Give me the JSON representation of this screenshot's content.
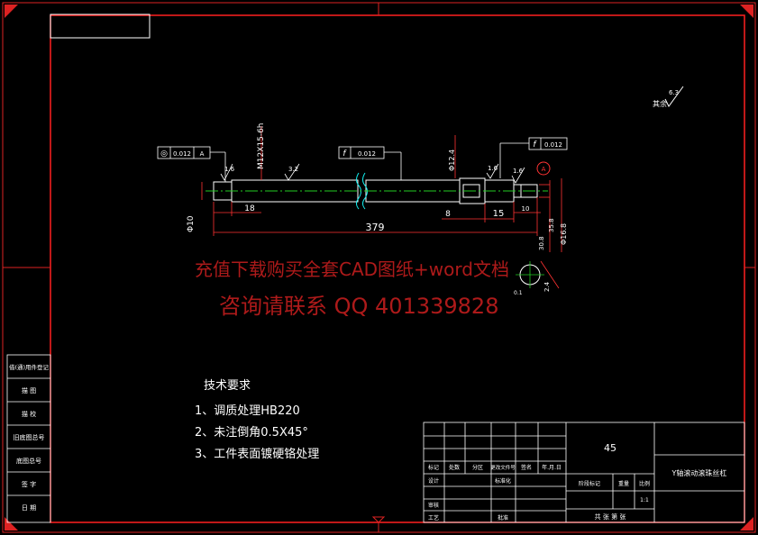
{
  "roughness_note": {
    "label": "其余",
    "value": "6.3"
  },
  "dimensions": {
    "length_total": "379",
    "shoulder_len": "18",
    "hex_len": "8",
    "tail_len": "15",
    "tail_small": "10",
    "thread_spec": "M12X15-6h",
    "dia_left": "Φ10",
    "dia_mid": "Φ12.4",
    "dia_right": "Φ16.8",
    "dia_a": "30.8",
    "dia_b": "35.8",
    "chamfer": "2.4",
    "detail_small": "0.1"
  },
  "roughness_values": [
    "1.6",
    "3.2",
    "1.6",
    "1.6"
  ],
  "tolerance_frames": [
    {
      "symbol": "◎",
      "value": "0.012",
      "datum": "A"
    },
    {
      "symbol": "f",
      "value": "0.012"
    },
    {
      "symbol": "f",
      "value": "0.012"
    }
  ],
  "datum_label": "A",
  "watermark": {
    "line1": "充值下载购买全套CAD图纸+word文档",
    "line2": "咨询请联系 QQ 401339828"
  },
  "tech_requirements": {
    "title": "技术要求",
    "items": [
      "1、调质处理HB220",
      "2、未注倒角0.5X45°",
      "3、工件表面镀硬铬处理"
    ]
  },
  "side_panel": [
    "借(通)用件登记",
    "描 图",
    "描 校",
    "旧底图总号",
    "底图总号",
    "签 字",
    "日 期"
  ],
  "title_block": {
    "material": "45",
    "part_name": "Y轴滚动滚珠丝杠",
    "revision_headers": [
      "标记",
      "处数",
      "分区",
      "更改文件号",
      "签名",
      "年.月.日"
    ],
    "left_rows": [
      "设计",
      "标准化",
      "审核",
      "工艺",
      "批准"
    ],
    "stage_headers": [
      "阶段标记",
      "重量",
      "比例"
    ],
    "scale": "1:1",
    "sheet_info": "共 张 第 张"
  }
}
